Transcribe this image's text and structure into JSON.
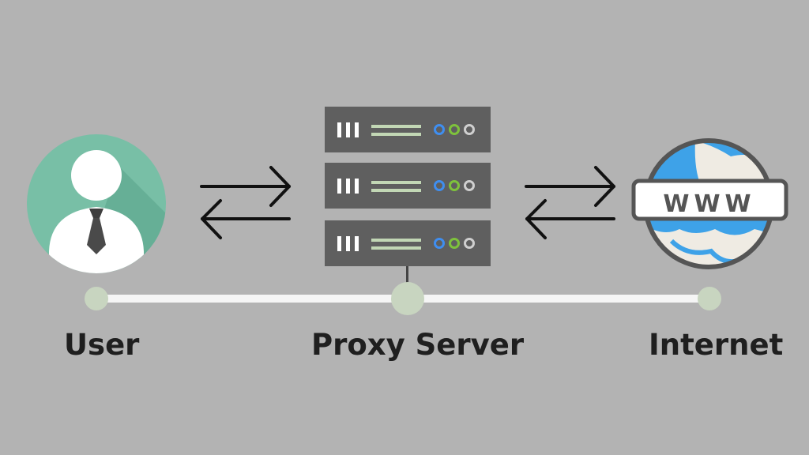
{
  "labels": {
    "user": "User",
    "proxy": "Proxy Server",
    "internet": "Internet"
  },
  "globe_text": "WWW",
  "colors": {
    "background": "#b3b3b3",
    "user_circle": "#78bfa6",
    "server_unit": "#5f5f5f",
    "connector_line": "#f5f5f5",
    "connector_node": "#c8d5c0",
    "globe_ocean": "#3ea2e8",
    "globe_land": "#efebe3",
    "led_blue": "#3f8ef0",
    "led_green": "#7ec23c",
    "led_gray": "#cfcfcf"
  },
  "icons": [
    "user-icon",
    "server-icon",
    "globe-icon",
    "arrow-right-icon",
    "arrow-left-icon"
  ]
}
